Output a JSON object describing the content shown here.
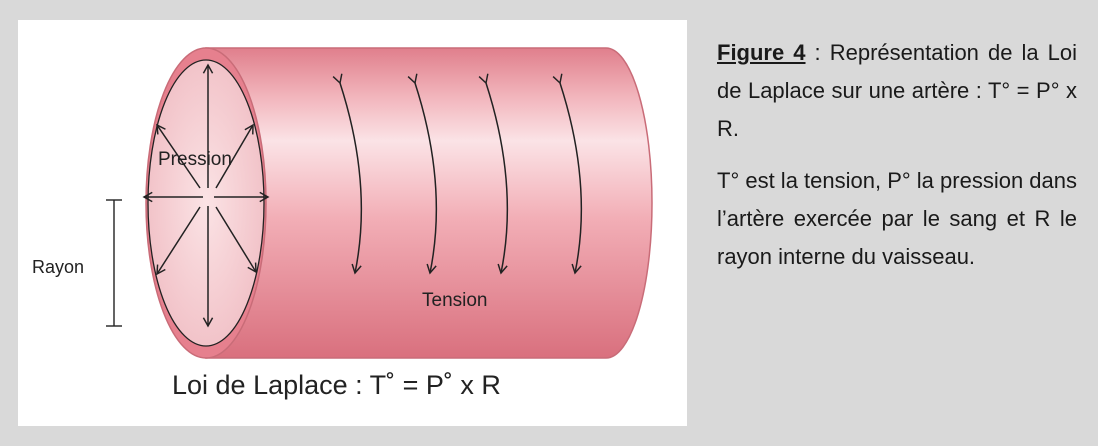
{
  "diagram": {
    "label_pression": "Pression",
    "label_rayon": "Rayon",
    "label_tension": "Tension",
    "formula": "Loi de Laplace : T˚ = P˚ x R"
  },
  "caption": {
    "figure_word": "Figure 4",
    "title_rest": " : Représentation de la Loi de Laplace sur une artère : T° = P° x R.",
    "body": "T° est la tension, P° la pression dans l’artère exercée par le sang et R le rayon interne du vaisseau."
  },
  "colors": {
    "background": "#d9d9d9",
    "vessel_wall": "#e6808e",
    "lumen": "#f6cdd2"
  }
}
